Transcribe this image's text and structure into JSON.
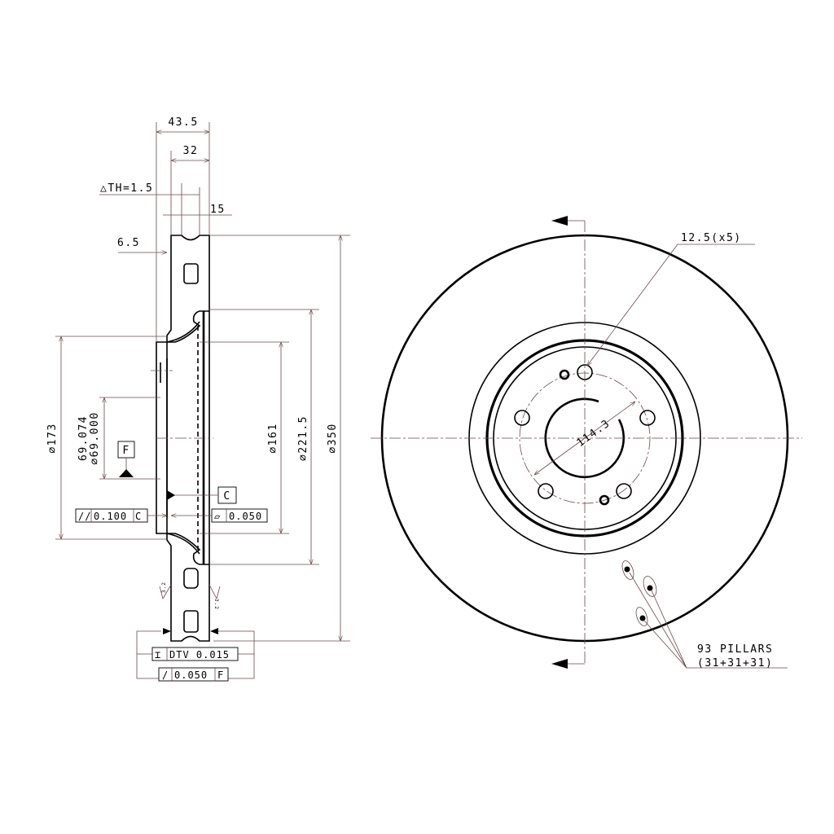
{
  "section_view": {
    "dims": {
      "overall_width": "43.5",
      "ring_width": "32",
      "delta_th": "△TH=1.5",
      "vane_width": "15",
      "hat_offset": "6.5",
      "dia_350": "⌀350",
      "dia_221_5": "⌀221.5",
      "dia_161": "⌀161",
      "dia_173": "⌀173",
      "dia_bore_upper": "69.074",
      "dia_bore_lower": "⌀69.000"
    },
    "datums": {
      "f": "F",
      "c": "C"
    },
    "tolerances": {
      "parallelism": {
        "symbol": "//",
        "value": "0.100",
        "datum": "C"
      },
      "flatness": {
        "symbol": "▱",
        "value": "0.050"
      },
      "dtv": {
        "symbol": "⌶",
        "value": "DTV 0.015"
      },
      "runout": {
        "symbol": "/",
        "value": "0.050",
        "datum": "F"
      }
    },
    "surface_finish": [
      "3.2",
      "3.2"
    ]
  },
  "front_view": {
    "bolt_hole_label": "12.5(x5)",
    "pcd_label": "114.3",
    "pillars_line1": "93 PILLARS",
    "pillars_line2": "(31+31+31)"
  }
}
